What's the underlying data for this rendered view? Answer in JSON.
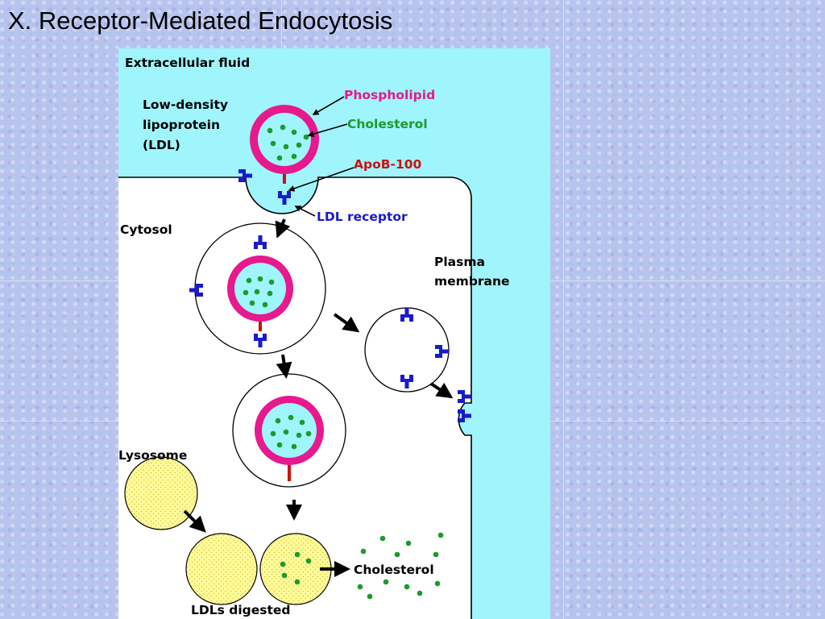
{
  "slide": {
    "title": "X. Receptor-Mediated Endocytosis"
  },
  "labels": {
    "extracellular_fluid": "Extracellular fluid",
    "ldl_line1": "Low-density",
    "ldl_line2": "lipoprotein",
    "ldl_line3": "(LDL)",
    "phospholipid": "Phospholipid",
    "cholesterol": "Cholesterol",
    "apob": "ApoB-100",
    "ldl_receptor": "LDL receptor",
    "cytosol": "Cytosol",
    "plasma_line1": "Plasma",
    "plasma_line2": "membrane",
    "lysosome": "Lysosome",
    "cholesterol_released": "Cholesterol",
    "ldls_digested": "LDLs digested"
  },
  "colors": {
    "extracellular": "#9ff5fb",
    "phospholipid": "#e8188e",
    "cholesterol": "#1c9a2c",
    "apob": "#cc1111",
    "receptor": "#1a1acc",
    "lysosome": "#fffb9a"
  }
}
